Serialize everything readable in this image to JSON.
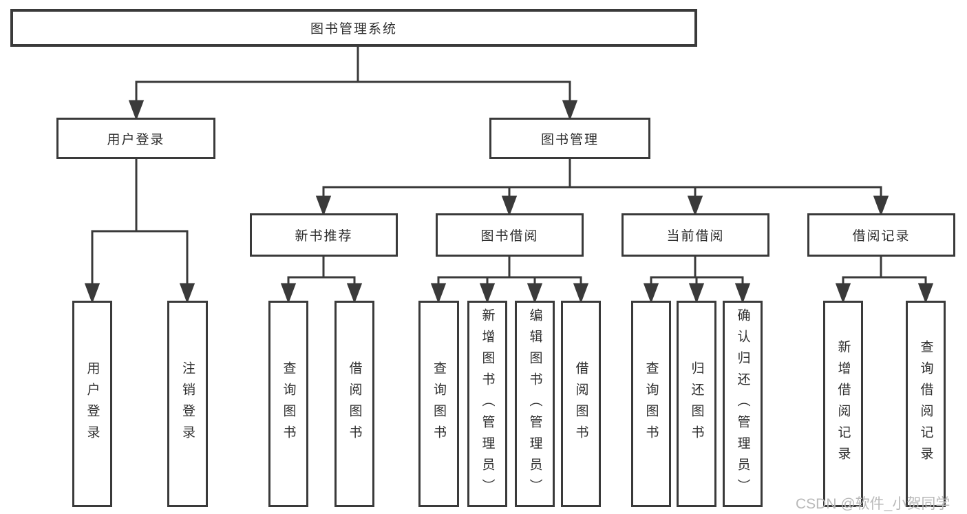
{
  "diagram": {
    "root": {
      "label": "图书管理系统"
    },
    "branches": [
      {
        "label": "用户登录",
        "children": [
          {
            "label": "用户登录"
          },
          {
            "label": "注销登录"
          }
        ]
      },
      {
        "label": "图书管理",
        "groups": [
          {
            "label": "新书推荐",
            "children": [
              {
                "label": "查询图书"
              },
              {
                "label": "借阅图书"
              }
            ]
          },
          {
            "label": "图书借阅",
            "children": [
              {
                "label": "查询图书"
              },
              {
                "label": "新增图书（管理员）"
              },
              {
                "label": "编辑图书（管理员）"
              },
              {
                "label": "借阅图书"
              }
            ]
          },
          {
            "label": "当前借阅",
            "children": [
              {
                "label": "查询图书"
              },
              {
                "label": "归还图书"
              },
              {
                "label": "确认归还（管理员）"
              }
            ]
          },
          {
            "label": "借阅记录",
            "children": [
              {
                "label": "新增借阅记录"
              },
              {
                "label": "查询借阅记录"
              }
            ]
          }
        ]
      }
    ],
    "colors": {
      "line": "#3a3a3a",
      "text": "#2e2e2e",
      "watermark": "#b9b9b9",
      "background": "#ffffff"
    }
  },
  "watermark": {
    "text": "CSDN @软件_小贺同学"
  }
}
